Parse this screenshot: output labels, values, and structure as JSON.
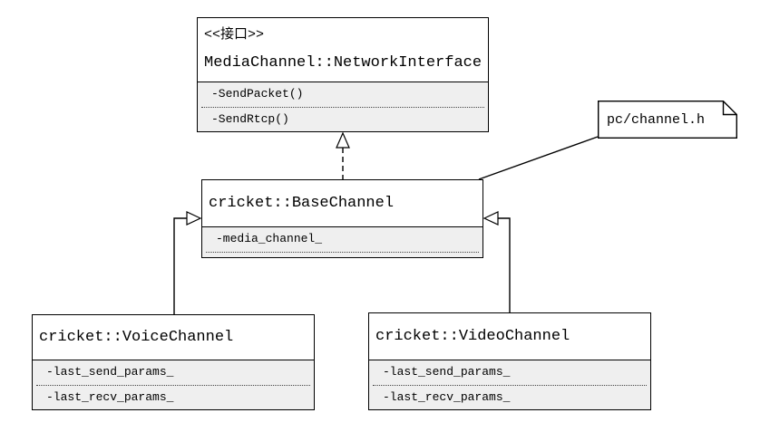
{
  "diagram": {
    "type": "uml-class-diagram",
    "colors": {
      "border": "#000000",
      "attribute_fill": "#efefef",
      "box_fill": "#ffffff",
      "line": "#000000"
    },
    "classes": [
      {
        "id": "network-interface",
        "stereotype": "<<接口>>",
        "name": "MediaChannel::NetworkInterface",
        "attributes": [
          "-SendPacket()",
          "-SendRtcp()"
        ]
      },
      {
        "id": "base-channel",
        "name": "cricket::BaseChannel",
        "attributes": [
          "-media_channel_"
        ]
      },
      {
        "id": "voice-channel",
        "name": "cricket::VoiceChannel",
        "attributes": [
          "-last_send_params_",
          "-last_recv_params_"
        ]
      },
      {
        "id": "video-channel",
        "name": "cricket::VideoChannel",
        "attributes": [
          "-last_send_params_",
          "-last_recv_params_"
        ]
      }
    ],
    "note": {
      "text": "pc/channel.h"
    },
    "relationships": [
      {
        "type": "realization",
        "from": "cricket::BaseChannel",
        "to": "MediaChannel::NetworkInterface",
        "style": "dashed, hollow triangle"
      },
      {
        "type": "generalization",
        "from": "cricket::VoiceChannel",
        "to": "cricket::BaseChannel",
        "style": "solid, hollow triangle"
      },
      {
        "type": "generalization",
        "from": "cricket::VideoChannel",
        "to": "cricket::BaseChannel",
        "style": "solid, hollow triangle"
      },
      {
        "type": "note-attachment",
        "from": "pc/channel.h",
        "to": "cricket::BaseChannel",
        "style": "solid"
      }
    ]
  }
}
